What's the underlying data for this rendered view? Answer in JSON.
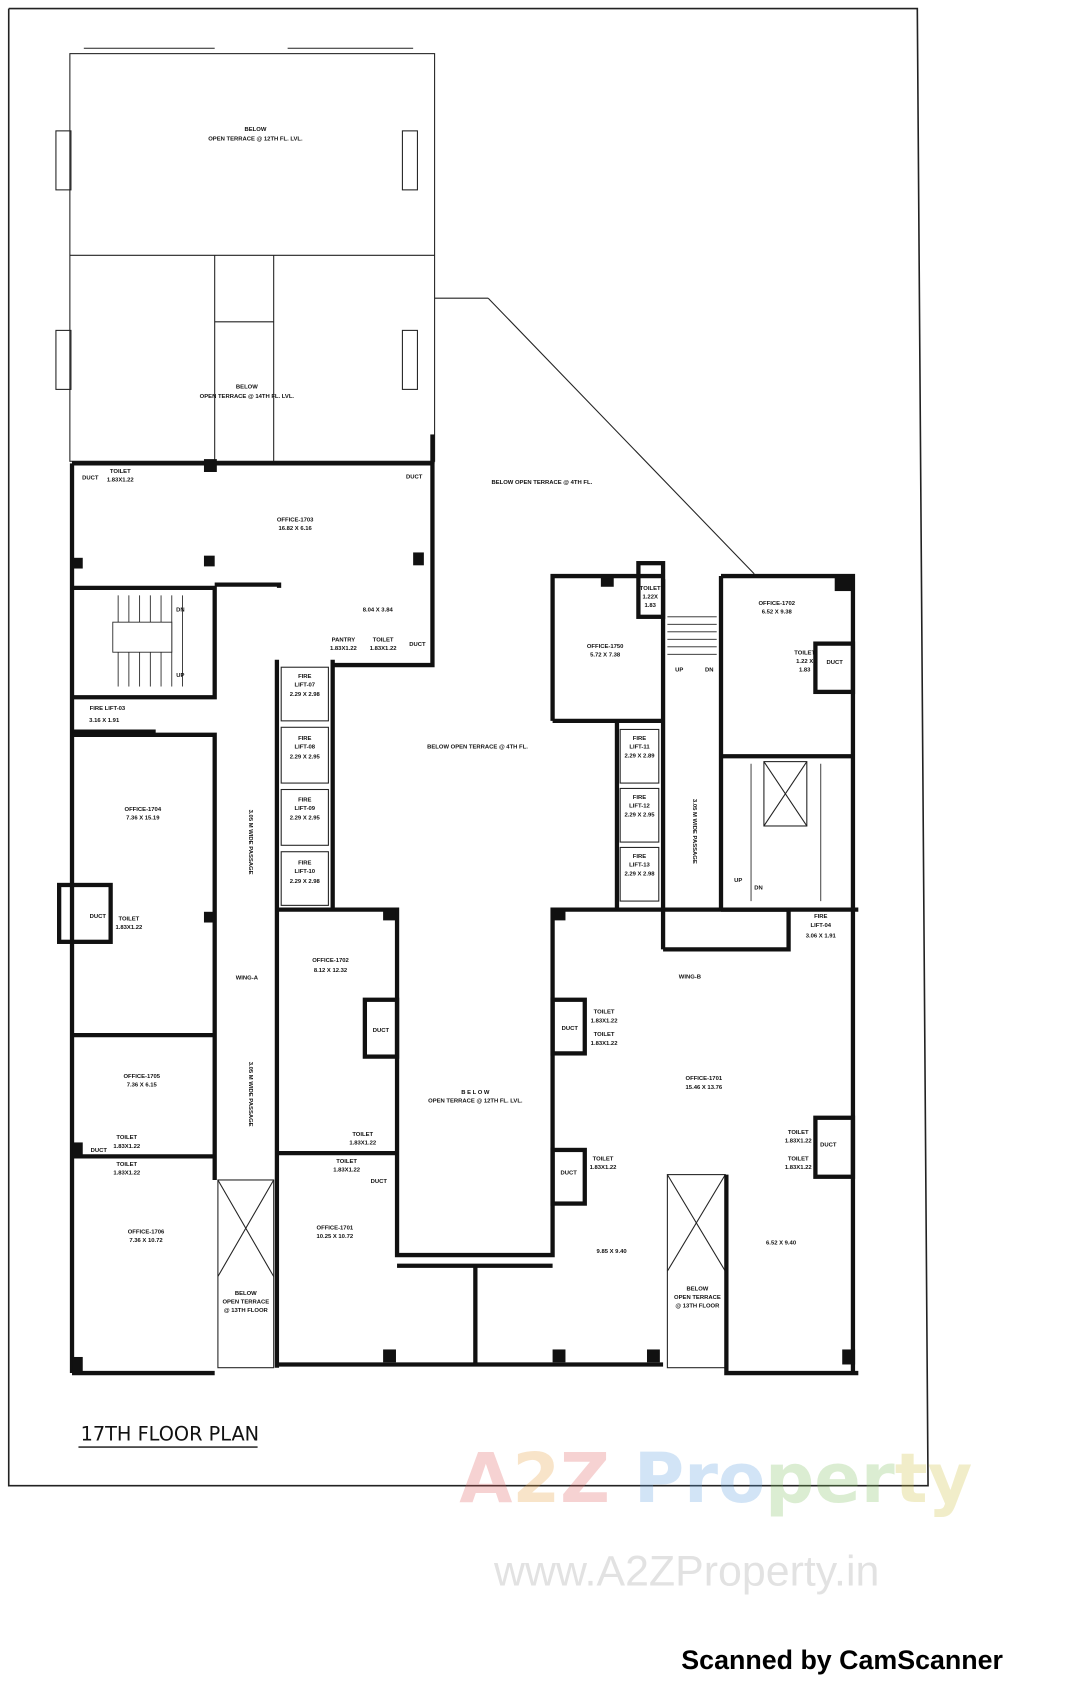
{
  "plan_title": "17TH FLOOR PLAN",
  "labels": [
    "BELOW",
    "OPEN TERRACE @ 12TH FL. LVL.",
    "BELOW",
    "OPEN TERRACE @ 14TH FL. LVL.",
    "BELOW OPEN TERRACE @ 4TH FL.",
    "OFFICE-1703",
    "16.82 X 6.16",
    "TOILET",
    "1.83X1.22",
    "DUCT",
    "DUCT",
    "8.04 X 3.84",
    "PANTRY",
    "1.83X1.22",
    "TOILET",
    "1.83X1.22",
    "DUCT",
    "DN",
    "UP",
    "FIRE LIFT-03",
    "3.16 X 1.91",
    "FIRE",
    "LIFT-07",
    "2.29 X 2.98",
    "FIRE",
    "LIFT-08",
    "2.29 X 2.95",
    "FIRE",
    "LIFT-09",
    "2.29 X 2.95",
    "FIRE",
    "LIFT-10",
    "2.29 X 2.98",
    "BELOW OPEN TERRACE @ 4TH FL.",
    "OFFICE-1750",
    "5.72 X 7.38",
    "TOILET",
    "1.22X",
    "1.83",
    "UP",
    "DN",
    "OFFICE-1702",
    "6.52 X 9.38",
    "TOILET",
    "1.22 X",
    "1.83",
    "DUCT",
    "FIRE",
    "LIFT-11",
    "2.29 X 2.89",
    "FIRE",
    "LIFT-12",
    "2.29 X 2.95",
    "FIRE",
    "LIFT-13",
    "2.29 X 2.98",
    "3.05 M WIDE PASSAGE",
    "UP",
    "DN",
    "FIRE",
    "LIFT-04",
    "3.06 X 1.91",
    "OFFICE-1704",
    "7.36 X 15.19",
    "DUCT",
    "TOILET",
    "1.83X1.22",
    "3.05 M WIDE PASSAGE",
    "WING-A",
    "3.05 M WIDE PASSAGE",
    "OFFICE-1702",
    "8.12 X 12.32",
    "DUCT",
    "OFFICE-1705",
    "7.36 X 6.15",
    "TOILET",
    "1.83X1.22",
    "DUCT",
    "TOILET",
    "1.83X1.22",
    "TOILET",
    "1.83X1.22",
    "TOILET",
    "1.83X1.22",
    "DUCT",
    "OFFICE-1706",
    "7.36 X 10.72",
    "OFFICE-1701",
    "10.25 X 10.72",
    "BELOW",
    "OPEN TERRACE",
    "@ 13TH FLOOR",
    "B E L O W",
    "OPEN TERRACE @ 12TH FL. LVL.",
    "WING-B",
    "DUCT",
    "TOILET",
    "1.83X1.22",
    "TOILET",
    "1.83X1.22",
    "OFFICE-1701",
    "15.46 X 13.76",
    "DUCT",
    "TOILET",
    "1.83X1.22",
    "TOILET",
    "1.83X1.22",
    "TOILET",
    "1.83X1.22",
    "DUCT",
    "9.85 X 9.40",
    "6.52 X 9.40",
    "BELOW",
    "OPEN TERRACE",
    "@ 13TH FLOOR"
  ],
  "watermark": "www.A2ZProperty.in",
  "logo_text": "A2Z Property",
  "logo_colors": [
    "#e06060",
    "#e8a040",
    "#60a0e0",
    "#80c060",
    "#d0c040"
  ],
  "scanner_credit": "Scanned by CamScanner"
}
